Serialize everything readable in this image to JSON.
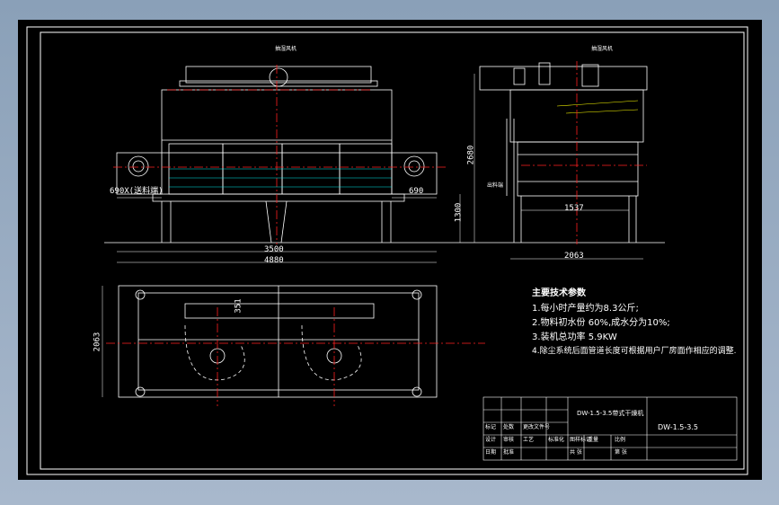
{
  "drawing": {
    "colors": {
      "background": "#000000",
      "frame": "#ffffff",
      "part": "#ffffff",
      "centerline": "#ff2020",
      "hatch": "#00e5e5",
      "dim": "#ffffff",
      "accent": "#ffff00"
    },
    "dims": {
      "front_total": "4880",
      "front_body": "3500",
      "front_left_ext": "690X(送料端)",
      "front_right_ext": "690",
      "front_height": "1300",
      "side_total_height": "2680",
      "side_width": "2063",
      "side_inner": "1537",
      "plan_depth": "2063",
      "plan_detail": "351"
    },
    "callouts": {
      "front_fan": "抽湿风机",
      "side_fan": "抽湿风机",
      "side_feed": "出料端"
    },
    "notes": {
      "title": "主要技术参数",
      "items": [
        "1.每小时产量约为8.3公斤;",
        "2.物料初水份 60%,成水分为10%;",
        "3.装机总功率 5.9KW",
        "4.除尘系统后面管道长度可根据用户厂房面作相应的调整."
      ]
    },
    "title_block": {
      "drawing_name": "DW-1.5-3.5带式干燥机",
      "drawing_no": "DW-1.5-3.5",
      "labels": [
        "标记",
        "处数",
        "更改文件号",
        "设计",
        "审核",
        "工艺",
        "标准化",
        "日期",
        "批准",
        "图样标记",
        "重量",
        "比例",
        "共 张",
        "第 张"
      ]
    }
  }
}
